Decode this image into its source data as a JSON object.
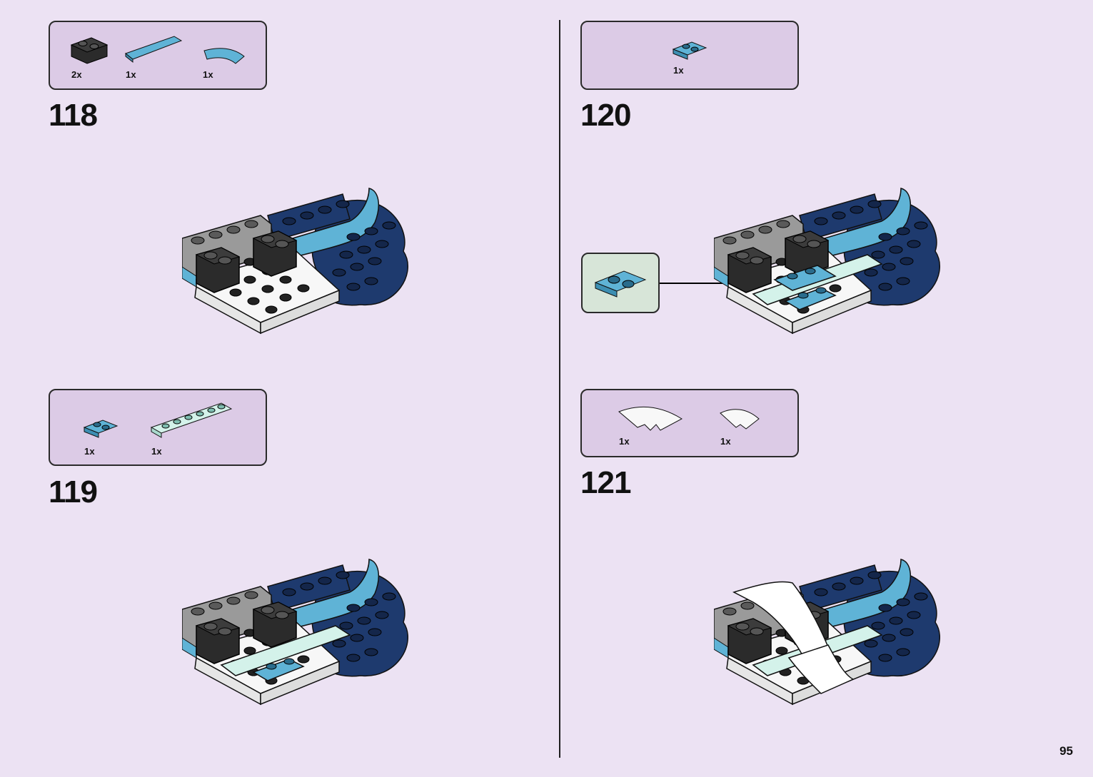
{
  "page_number": "95",
  "steps": [
    {
      "number": "118",
      "parts": [
        {
          "qty": "2x",
          "part_icon": "black-brick-1x2"
        },
        {
          "qty": "1x",
          "part_icon": "medium-azure-tile-1x6"
        },
        {
          "qty": "1x",
          "part_icon": "medium-azure-curved-tile"
        }
      ]
    },
    {
      "number": "119",
      "parts": [
        {
          "qty": "1x",
          "part_icon": "medium-azure-plate-1x2"
        },
        {
          "qty": "1x",
          "part_icon": "light-aqua-plate-1x6"
        }
      ]
    },
    {
      "number": "120",
      "parts": [
        {
          "qty": "1x",
          "part_icon": "medium-azure-plate-1x2"
        }
      ]
    },
    {
      "number": "121",
      "parts": [
        {
          "qty": "1x",
          "part_icon": "white-curved-slope-large"
        },
        {
          "qty": "1x",
          "part_icon": "white-curved-slope-small"
        }
      ]
    }
  ],
  "colors": {
    "background": "#ece2f3",
    "parts_box": "#dccbe6",
    "callout_box": "#d7e5d8",
    "dark_blue": "#1e3a6e",
    "medium_azure": "#5fb3d6",
    "light_aqua": "#d4f2ea",
    "black": "#2b2b2b",
    "grey": "#9a9a9a",
    "white": "#ffffff"
  }
}
